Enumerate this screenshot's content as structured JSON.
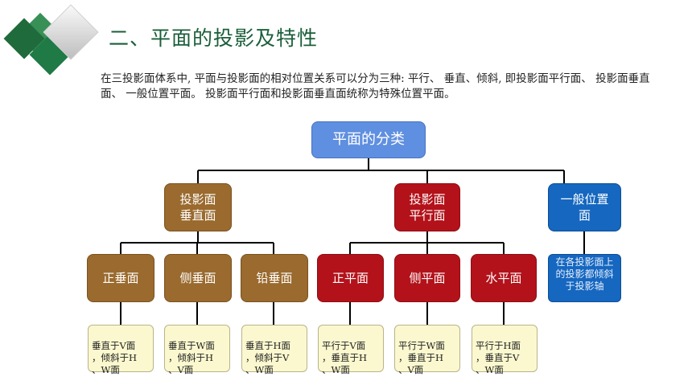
{
  "title": "二、平面的投影及特性",
  "intro": "在三投影面体系中, 平面与投影面的相对位置关系可以分为三种: 平行、 垂直、倾斜, 即投影面平行面、 投影面垂直面、 一般位置平面。 投影面平行面和投影面垂直面统称为特殊位置平面。",
  "root": "平面的分类",
  "categories": {
    "perp": "投影面\n垂直面",
    "para": "投影面\n平行面",
    "general": "一般位置\n面"
  },
  "general_desc": "在各投影面上的投影都倾斜于投影轴",
  "subtypes": {
    "zhengchui": "正垂面",
    "cechui": "侧垂面",
    "qianchui": "铅垂面",
    "zhengping": "正平面",
    "ceping": "侧平面",
    "shuiping": "水平面"
  },
  "descs": {
    "zhengchui": "垂直于V面\n，倾斜于H\n、W面",
    "cechui": "垂直于W面\n，倾斜于H\n、V面",
    "qianchui": "垂直于H面\n，倾斜于V\n、W面",
    "zhengping": "平行于V面\n，垂直于H\n、W面",
    "ceping": "平行于W面\n，垂直于H\n、V面",
    "shuiping": "平行于H面\n，垂直于V\n、W面"
  },
  "colors": {
    "title": "#1a5e3a",
    "root": "#5f8fe0",
    "perp": "#9a6a2e",
    "para": "#b3121a",
    "general": "#1567c0",
    "desc_bg": "#fbf8cf",
    "logo_green": "#1f7a45"
  }
}
